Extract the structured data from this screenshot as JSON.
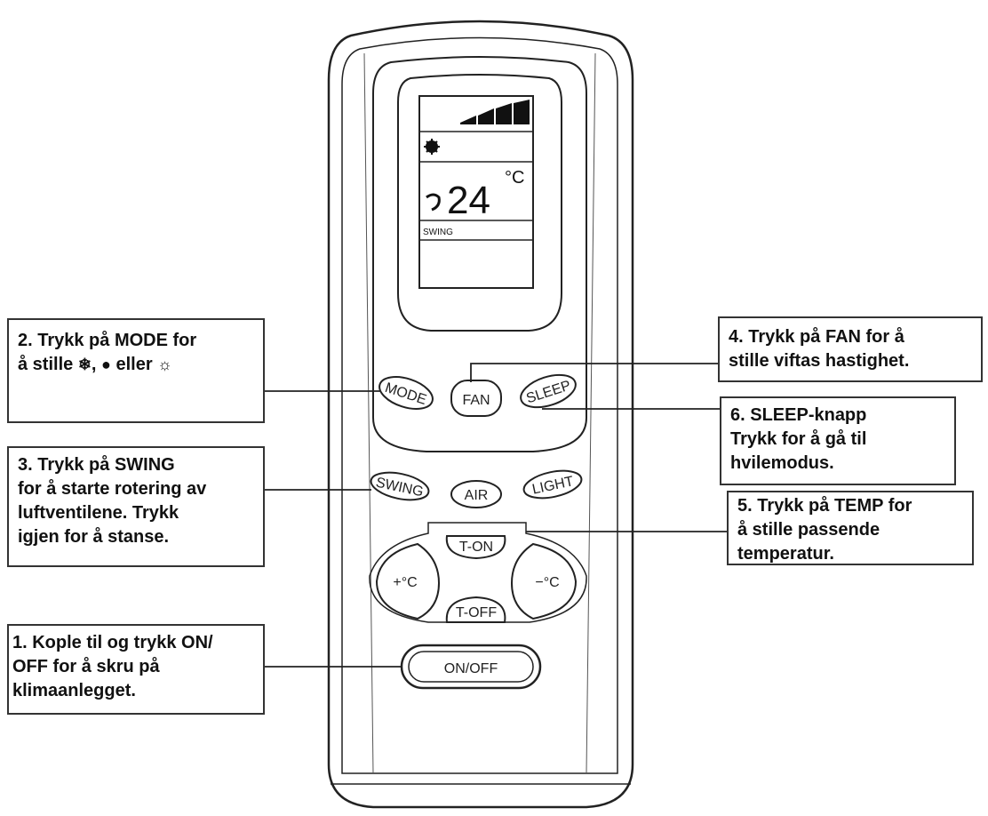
{
  "display": {
    "mode_icon": "snowflake-icon",
    "temperature": "24",
    "unit": "°C",
    "swing_label": "SWING",
    "fan_level_icon": "signal-bars-icon",
    "fan_icon": "fan-icon"
  },
  "buttons": {
    "mode": "MODE",
    "fan": "FAN",
    "sleep": "SLEEP",
    "swing": "SWING",
    "air": "AIR",
    "light": "LIGHT",
    "t_on": "T-ON",
    "temp_up": "+°C",
    "temp_down": "−°C",
    "t_off": "T-OFF",
    "on_off": "ON/OFF"
  },
  "callouts": {
    "mode": {
      "line1": "2. Trykk på MODE for",
      "line2_prefix": "å stille ",
      "line2_mid1": ", ",
      "line2_mid2": "  eller ",
      "icons": [
        "snowflake-icon",
        "droplet-icon",
        "sun-icon"
      ]
    },
    "swing": {
      "lines": [
        "3. Trykk på SWING",
        "for å starte rotering av",
        "luftventilene. Trykk",
        "igjen for å stanse."
      ]
    },
    "onoff": {
      "lines": [
        "1. Kople til og trykk ON/",
        "OFF for å skru på",
        "klimaanlegget."
      ]
    },
    "fan": {
      "lines": [
        "4. Trykk på FAN for å",
        "stille viftas hastighet."
      ]
    },
    "sleep": {
      "lines": [
        "6. SLEEP-knapp",
        "Trykk for å gå til",
        "hvilemodus."
      ]
    },
    "temp": {
      "lines": [
        "5. Trykk på TEMP for",
        "å stille passende",
        "temperatur."
      ]
    }
  }
}
